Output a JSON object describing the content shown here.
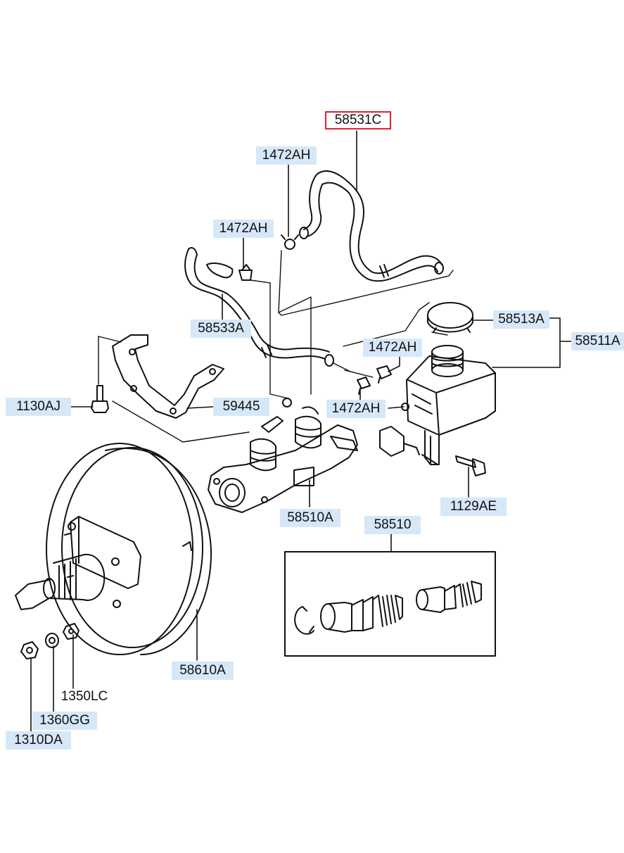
{
  "diagram": {
    "colors": {
      "line": "#111111",
      "label_bg": "#d6e8f8",
      "selected_border": "#d9242d",
      "background": "#ffffff"
    },
    "selected_part": "58531C",
    "labels": {
      "p58531C": "58531C",
      "p1472AH_a": "1472AH",
      "p1472AH_b": "1472AH",
      "p58533A": "58533A",
      "p58513A": "58513A",
      "p58511A": "58511A",
      "p1472AH_c": "1472AH",
      "p1472AH_d": "1472AH",
      "p1130AJ": "1130AJ",
      "p59445": "59445",
      "p58510A": "58510A",
      "p58510": "58510",
      "p1129AE": "1129AE",
      "p58610A": "58610A",
      "p1350LC": "1350LC",
      "p1360GG": "1360GG",
      "p1310DA": "1310DA"
    }
  }
}
